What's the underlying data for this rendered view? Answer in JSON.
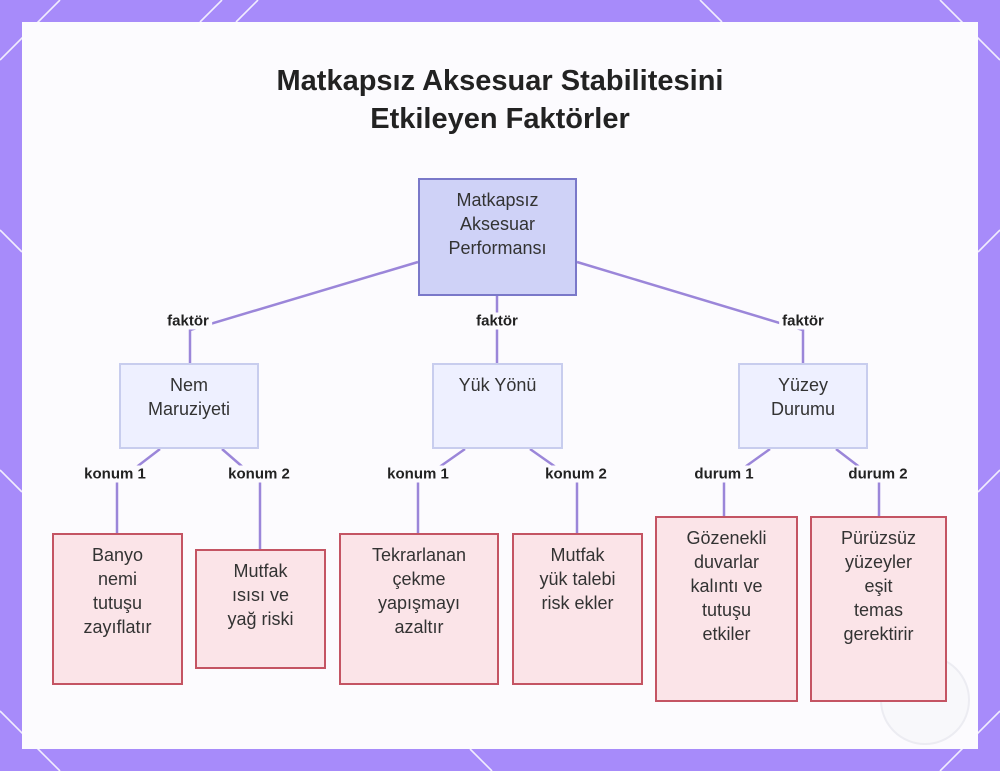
{
  "title": {
    "line1": "Matkapsız Aksesuar Stabilitesini",
    "line2": "Etkileyen Faktörler"
  },
  "colors": {
    "frame": "#a78bfa",
    "root_fill": "#cfd2f7",
    "factor_fill": "#eef0ff",
    "leaf_fill": "#fbe4e8",
    "edge": "#9b86d9",
    "leaf_border": "#c45463"
  },
  "nodes": {
    "root": {
      "lines": [
        "Matkapsız",
        "Aksesuar",
        "Performansı"
      ]
    },
    "nem": {
      "lines": [
        "Nem",
        "Maruziyeti"
      ]
    },
    "yuk": {
      "lines": [
        "Yük Yönü"
      ]
    },
    "yuzey": {
      "lines": [
        "Yüzey",
        "Durumu"
      ]
    },
    "banyo": {
      "lines": [
        "Banyo",
        "nemi",
        "tutuşu",
        "zayıflatır"
      ]
    },
    "mutfak1": {
      "lines": [
        "Mutfak",
        "ısısı ve",
        "yağ riski"
      ]
    },
    "tekrar": {
      "lines": [
        "Tekrarlanan",
        "çekme",
        "yapışmayı",
        "azaltır"
      ]
    },
    "mutfak2": {
      "lines": [
        "Mutfak",
        "yük talebi",
        "risk ekler"
      ]
    },
    "gozenekli": {
      "lines": [
        "Gözenekli",
        "duvarlar",
        "kalıntı ve",
        "tutuşu",
        "etkiler"
      ]
    },
    "puruzsuz": {
      "lines": [
        "Pürüzsüz",
        "yüzeyler",
        "eşit",
        "temas",
        "gerektirir"
      ]
    }
  },
  "edge_labels": {
    "faktor_nem": "faktör",
    "faktor_yuk": "faktör",
    "faktor_yuzey": "faktör",
    "nem_konum1": "konum 1",
    "nem_konum2": "konum 2",
    "yuk_konum1": "konum 1",
    "yuk_konum2": "konum 2",
    "yuzey_durum1": "durum 1",
    "yuzey_durum2": "durum 2"
  }
}
